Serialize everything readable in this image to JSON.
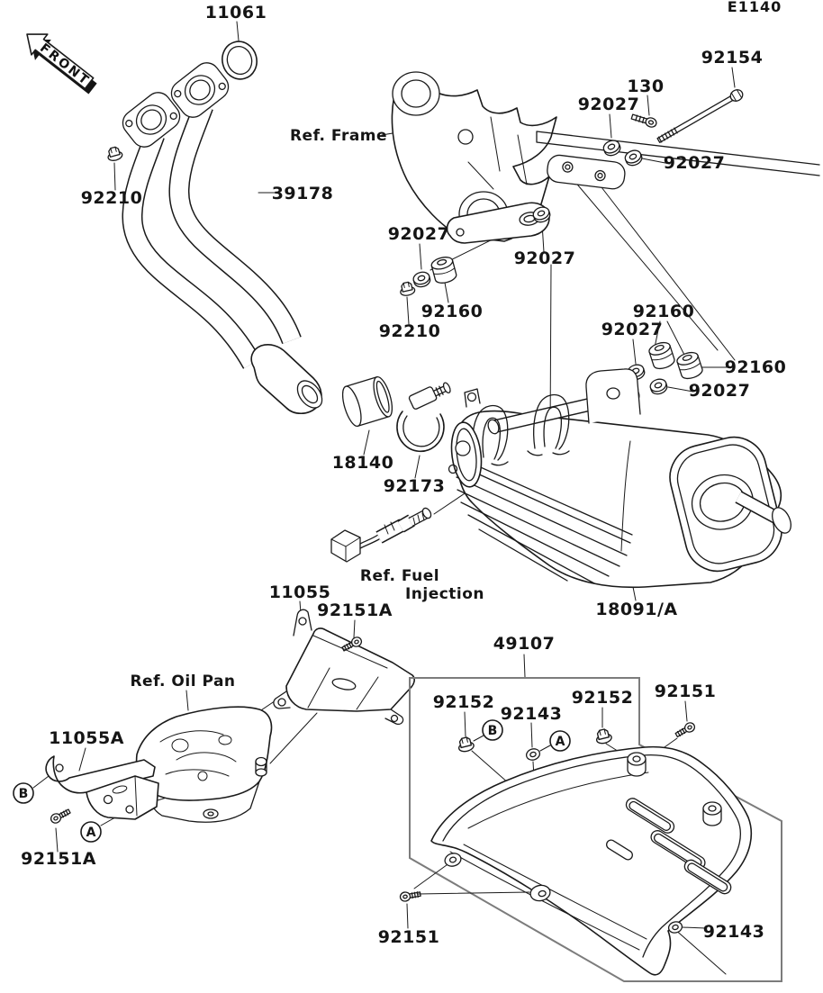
{
  "page": {
    "code": "E1140",
    "front_marker": "FRONT"
  },
  "parts": {
    "11061": "11061",
    "39178": "39178",
    "92210": "92210",
    "92027": "92027",
    "130": "130",
    "92154": "92154",
    "92160": "92160",
    "18140": "18140",
    "92173": "92173",
    "18091A": "18091/A",
    "11055": "11055",
    "92151A": "92151A",
    "11055A": "11055A",
    "49107": "49107",
    "92152": "92152",
    "92143": "92143",
    "92151": "92151"
  },
  "refs": {
    "frame": "Ref. Frame",
    "fuel_injection_line1": "Ref. Fuel",
    "fuel_injection_line2": "Injection",
    "oil_pan": "Ref. Oil Pan"
  },
  "markers": {
    "a": "A",
    "b": "B"
  }
}
